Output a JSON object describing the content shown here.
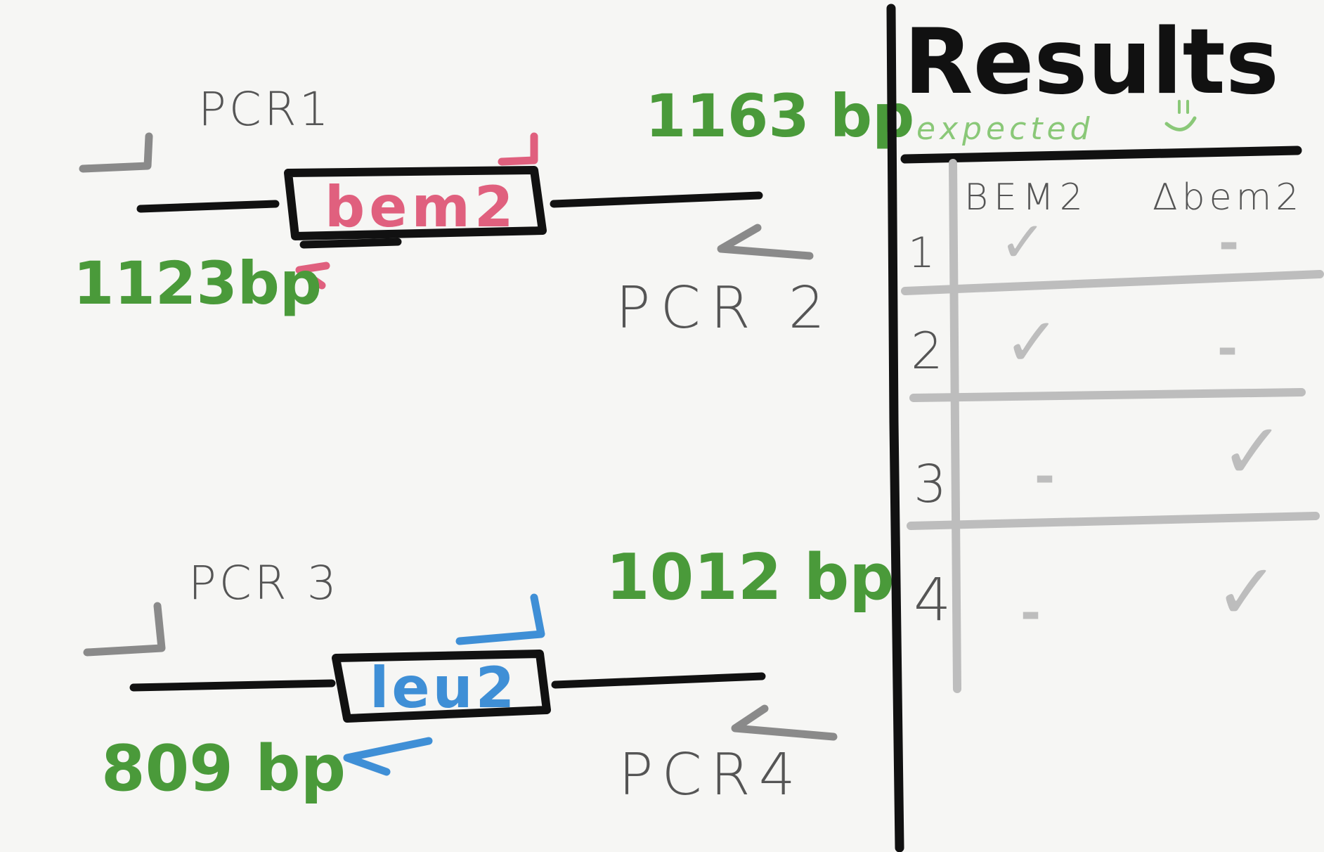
{
  "diagram": {
    "gene_constructs": [
      {
        "gene_label": "bem2",
        "gene_color": "#e0607e",
        "forward_pcr_label": "PCR1",
        "forward_product_size": "1163 bp",
        "reverse_pcr_label": "PCR 2",
        "reverse_product_size": "1123bp"
      },
      {
        "gene_label": "leu2",
        "gene_color": "#3f8fd6",
        "forward_pcr_label": "PCR 3",
        "forward_product_size": "1012 bp",
        "reverse_pcr_label": "PCR4",
        "reverse_product_size": "809 bp"
      }
    ],
    "colors": {
      "dna_line": "#111111",
      "outer_primer": "#8a8a8a",
      "size_label": "#4a9a3a",
      "pcr_label": "#555555",
      "table_grid": "#bdbdbd"
    }
  },
  "results": {
    "title": "Results",
    "subtitle": "expected",
    "subtitle_icon": "smiley-icon",
    "columns": [
      "BEM2",
      "Δbem2"
    ],
    "rows": [
      {
        "label": "1",
        "bem2_wt": "✓",
        "bem2_delta": "-"
      },
      {
        "label": "2",
        "bem2_wt": "✓",
        "bem2_delta": "-"
      },
      {
        "label": "3",
        "bem2_wt": "-",
        "bem2_delta": "✓"
      },
      {
        "label": "4",
        "bem2_wt": "-",
        "bem2_delta": "✓"
      }
    ]
  }
}
